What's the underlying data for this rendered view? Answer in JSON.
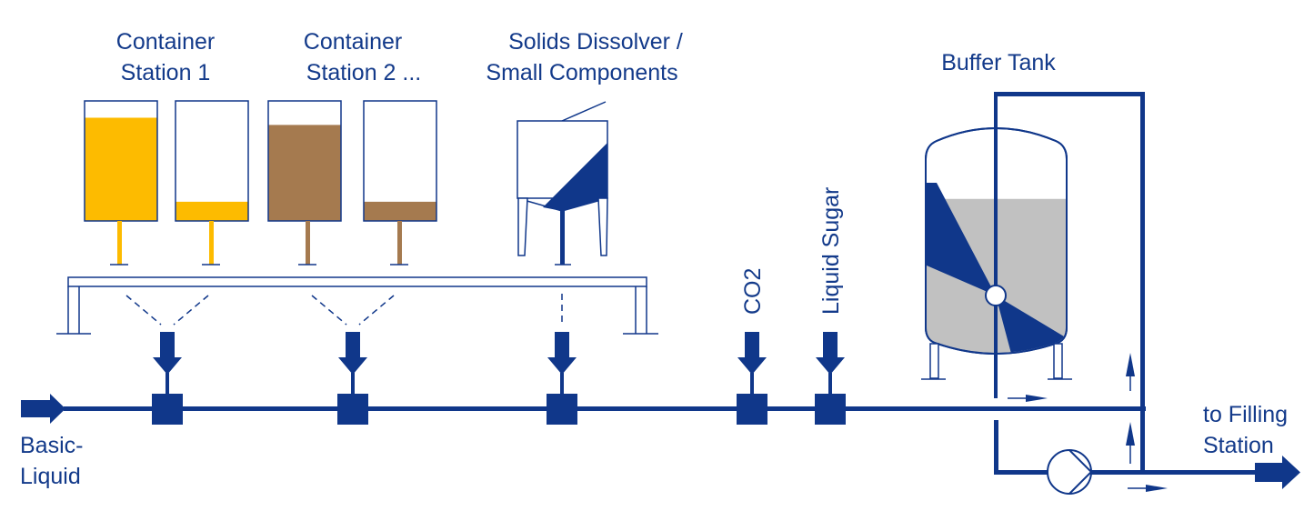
{
  "colors": {
    "blue": "#10378a",
    "yellow": "#fdbb00",
    "brown": "#a57a4f",
    "gray": "#c1c1c1"
  },
  "labels": {
    "container_station_1": [
      "Container",
      "Station 1"
    ],
    "container_station_2": [
      "Container",
      "Station 2 ..."
    ],
    "solids_dissolver": [
      "Solids Dissolver /",
      "Small Components"
    ],
    "buffer_tank": "Buffer Tank",
    "co2": "CO2",
    "liquid_sugar": "Liquid Sugar",
    "basic_liquid": [
      "Basic-",
      "Liquid"
    ],
    "filling_station": [
      "to Filling",
      "Station"
    ]
  },
  "containers": [
    {
      "name": "container-1",
      "fluid": "yellow",
      "fill_level": 0.86
    },
    {
      "name": "container-2",
      "fluid": "yellow",
      "fill_level": 0.16
    },
    {
      "name": "container-3",
      "fluid": "brown",
      "fill_level": 0.8
    },
    {
      "name": "container-4",
      "fluid": "brown",
      "fill_level": 0.16
    }
  ],
  "buffer_tank_fill_level": 0.75
}
